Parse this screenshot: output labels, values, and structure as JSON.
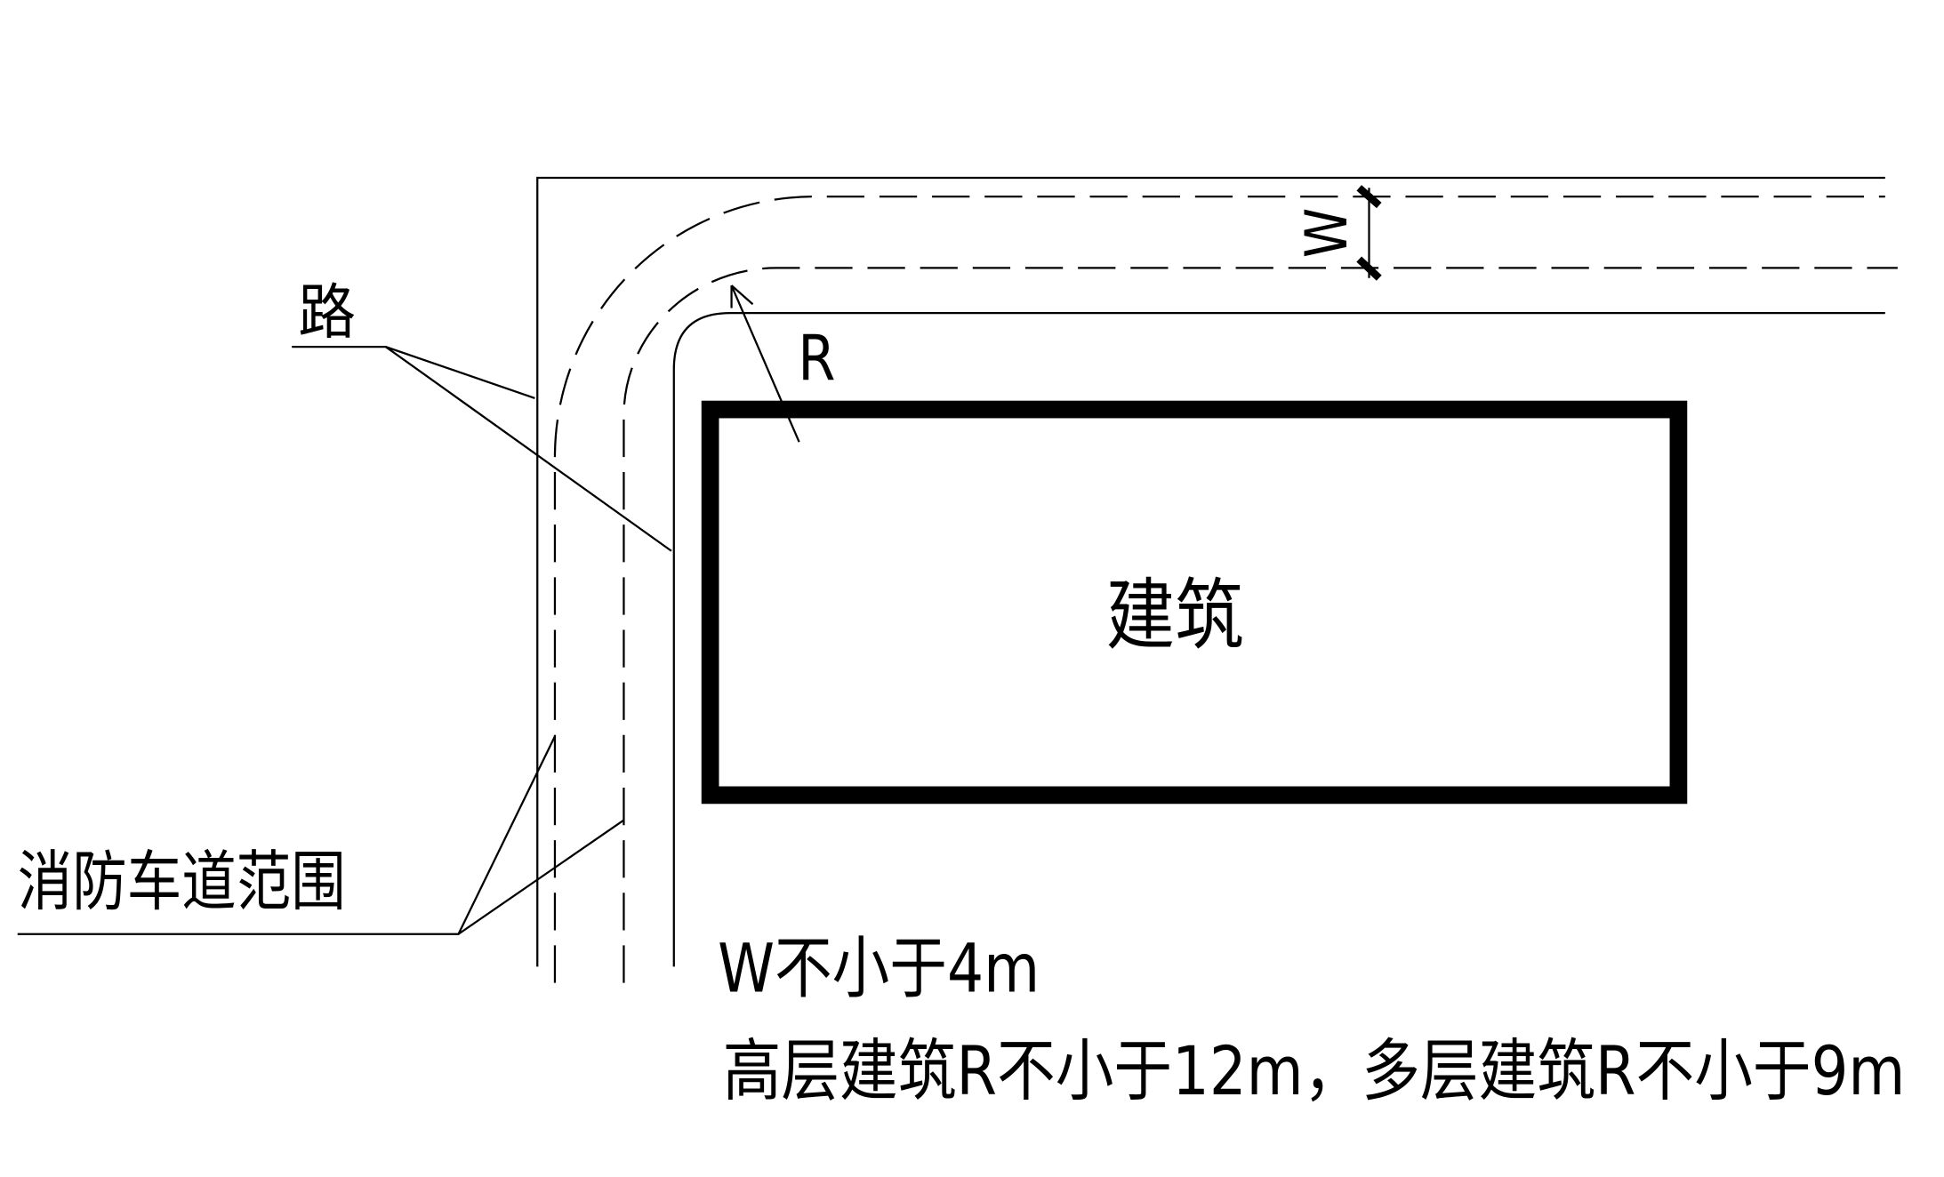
{
  "labels": {
    "road": "路",
    "fire_lane": "消防车道范围",
    "building": "建筑",
    "radius": "R",
    "width": "W"
  },
  "notes": {
    "line1": "W不小于4m",
    "line2": "高层建筑R不小于12m，多层建筑R不小于9m"
  },
  "colors": {
    "line": "#000000",
    "background": "#ffffff"
  }
}
